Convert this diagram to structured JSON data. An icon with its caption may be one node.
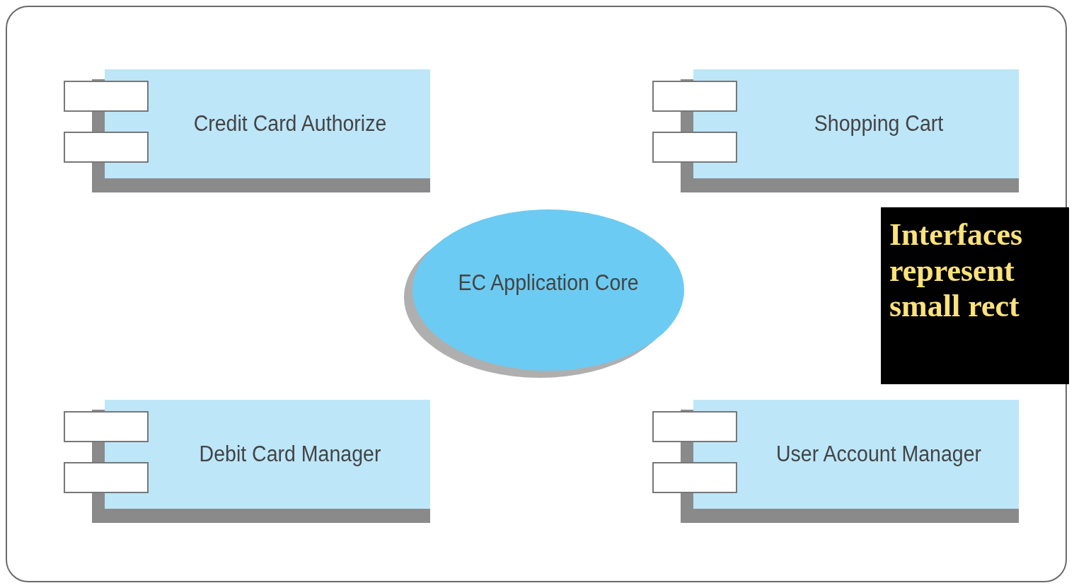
{
  "diagram": {
    "nodes": [
      {
        "text": [
          "Credit Card Authorize"
        ]
      },
      {
        "text": [
          "Shopping Cart"
        ]
      },
      {
        "text": [
          "EC Application Core"
        ]
      },
      {
        "text": [
          "Interfaces represent small rect"
        ]
      },
      {
        "text": [
          "Debit Card Manager"
        ]
      },
      {
        "text": [
          "User Account Manager"
        ]
      }
    ],
    "edges": []
  }
}
